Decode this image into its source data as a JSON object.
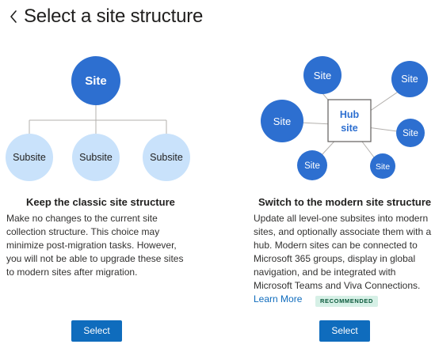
{
  "header": {
    "title": "Select a site structure",
    "back_icon": "chevron-left-icon"
  },
  "classic": {
    "diagram": {
      "root_label": "Site",
      "child_labels": [
        "Subsite",
        "Subsite",
        "Subsite"
      ]
    },
    "title": "Keep the classic site structure",
    "description": "Make no changes to the current site collection structure.  This choice may minimize post-migration tasks. However, you will not be able to upgrade these sites to modern sites after migration.",
    "select_label": "Select"
  },
  "modern": {
    "diagram": {
      "hub_label": "Hub site",
      "site_labels": [
        "Site",
        "Site",
        "Site",
        "Site",
        "Site",
        "Site"
      ]
    },
    "title": "Switch to the modern site structure",
    "description": "Update all level-one subsites into modern sites, and optionally associate them with a hub. Modern sites can be connected to Microsoft 365 groups, display in global navigation, and be integrated with Microsoft Teams and Viva Connections.",
    "learn_more_label": "Learn More",
    "badge": "RECOMMENDED",
    "select_label": "Select"
  },
  "colors": {
    "site_blue": "#2d6fd0",
    "subsite_light_blue": "#c9e2fb",
    "button_blue": "#0f6cbd",
    "badge_bg": "#d6f0e6"
  }
}
